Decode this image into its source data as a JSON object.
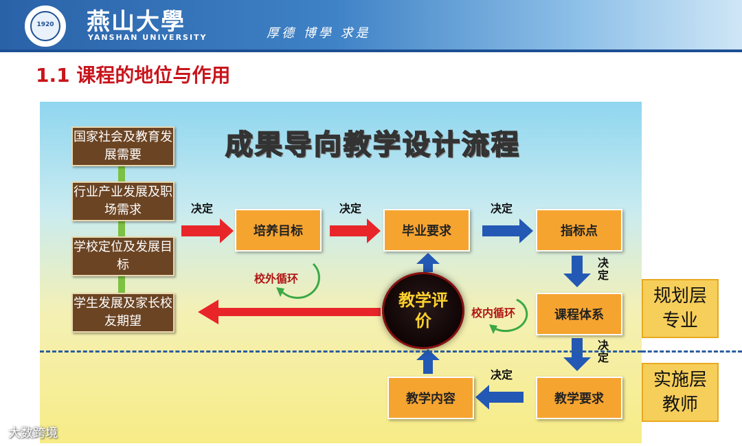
{
  "header": {
    "university_cn": "燕山大學",
    "university_en": "YANSHAN UNIVERSITY",
    "motto": "厚德  博學  求是",
    "logo_year": "1920"
  },
  "slide_title": "1.1  课程的地位与作用",
  "diagram": {
    "title": "成果导向教学设计流程",
    "needs": [
      "国家社会及教育发展需要",
      "行业产业发展及职场需求",
      "学校定位及发展目标",
      "学生发展及家长校友期望"
    ],
    "boxes": {
      "training_goal": "培养目标",
      "graduation_req": "毕业要求",
      "indicator": "指标点",
      "curriculum": "课程体系",
      "teaching_req": "教学要求",
      "teaching_content": "教学内容"
    },
    "decide": "决定",
    "outer_loop": "校外循环",
    "inner_loop": "校内循环",
    "evaluation": "教学评价",
    "layers": {
      "planning": [
        "规划层",
        "专业"
      ],
      "implementation": [
        "实施层",
        "教师"
      ]
    },
    "colors": {
      "red_arrow": "#e8262a",
      "blue_arrow": "#2358b4",
      "orange_box": "#f6a430",
      "brown_box": "#6b4423"
    }
  },
  "watermark": "大数跨境"
}
